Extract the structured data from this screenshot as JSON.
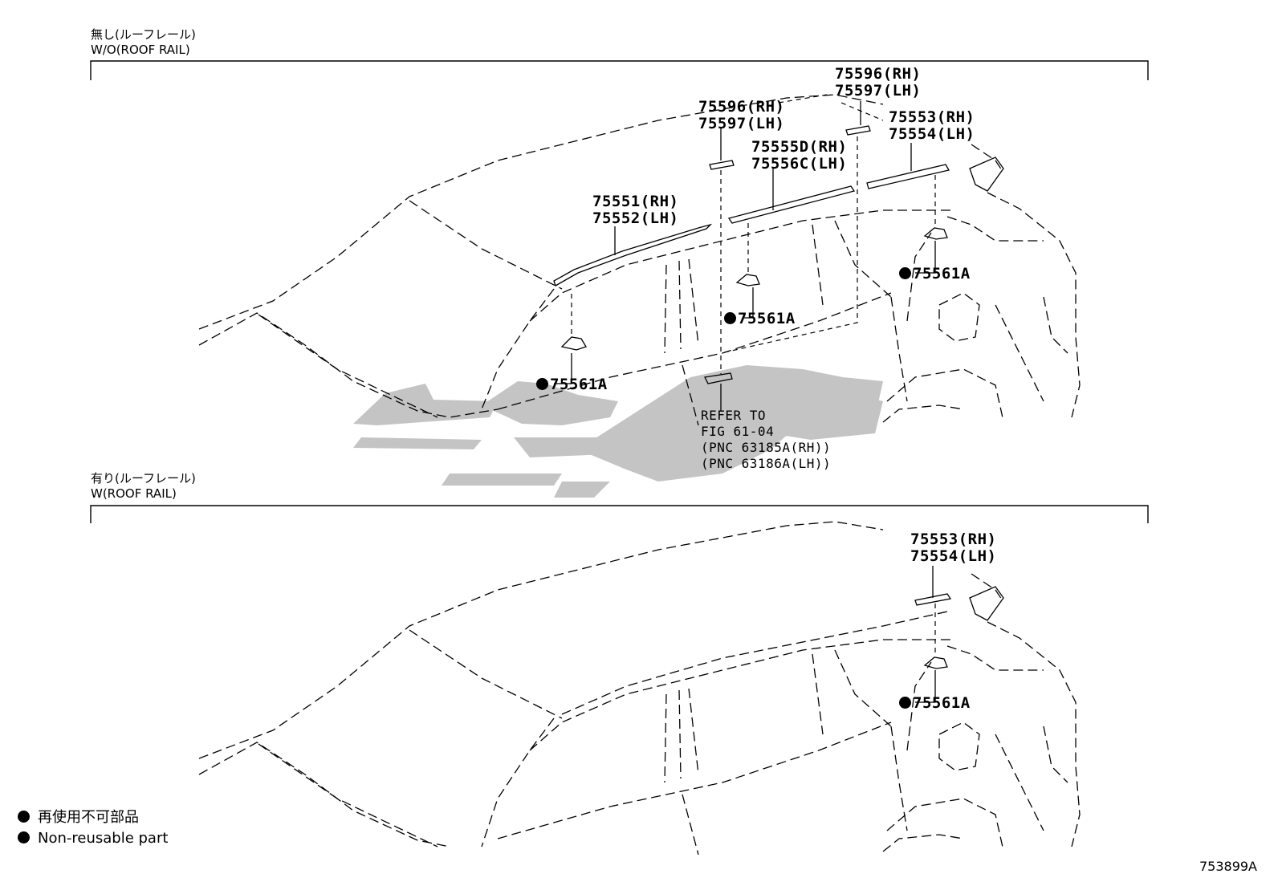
{
  "sections": {
    "top": {
      "label_jp": "無し(ルーフレール)",
      "label_en": "W/O(ROOF RAIL)"
    },
    "bottom": {
      "label_jp": "有り(ルーフレール)",
      "label_en": "W(ROOF RAIL)"
    }
  },
  "callouts": {
    "top_75596": {
      "rh": "75596(RH)",
      "lh": "75597(LH)"
    },
    "mid_75596": {
      "rh": "75596(RH)",
      "lh": "75597(LH)"
    },
    "top_75553": {
      "rh": "75553(RH)",
      "lh": "75554(LH)"
    },
    "p75555": {
      "rh": "75555D(RH)",
      "lh": "75556C(LH)"
    },
    "p75551": {
      "rh": "75551(RH)",
      "lh": "75552(LH)"
    },
    "clip_a": "75561A",
    "clip_b": "75561A",
    "clip_c": "75561A",
    "bottom_75553": {
      "rh": "75553(RH)",
      "lh": "75554(LH)"
    },
    "clip_d": "75561A"
  },
  "refer": {
    "line1": "REFER TO",
    "line2": "FIG 61-04",
    "line3": "(PNC 63185A(RH))",
    "line4": "(PNC 63186A(LH))"
  },
  "legend": {
    "jp": "再使用不可部品",
    "en": "Non-reusable part"
  },
  "figure_id": "753899A",
  "colors": {
    "watermark": "#c4c4c4",
    "line": "#000000"
  }
}
